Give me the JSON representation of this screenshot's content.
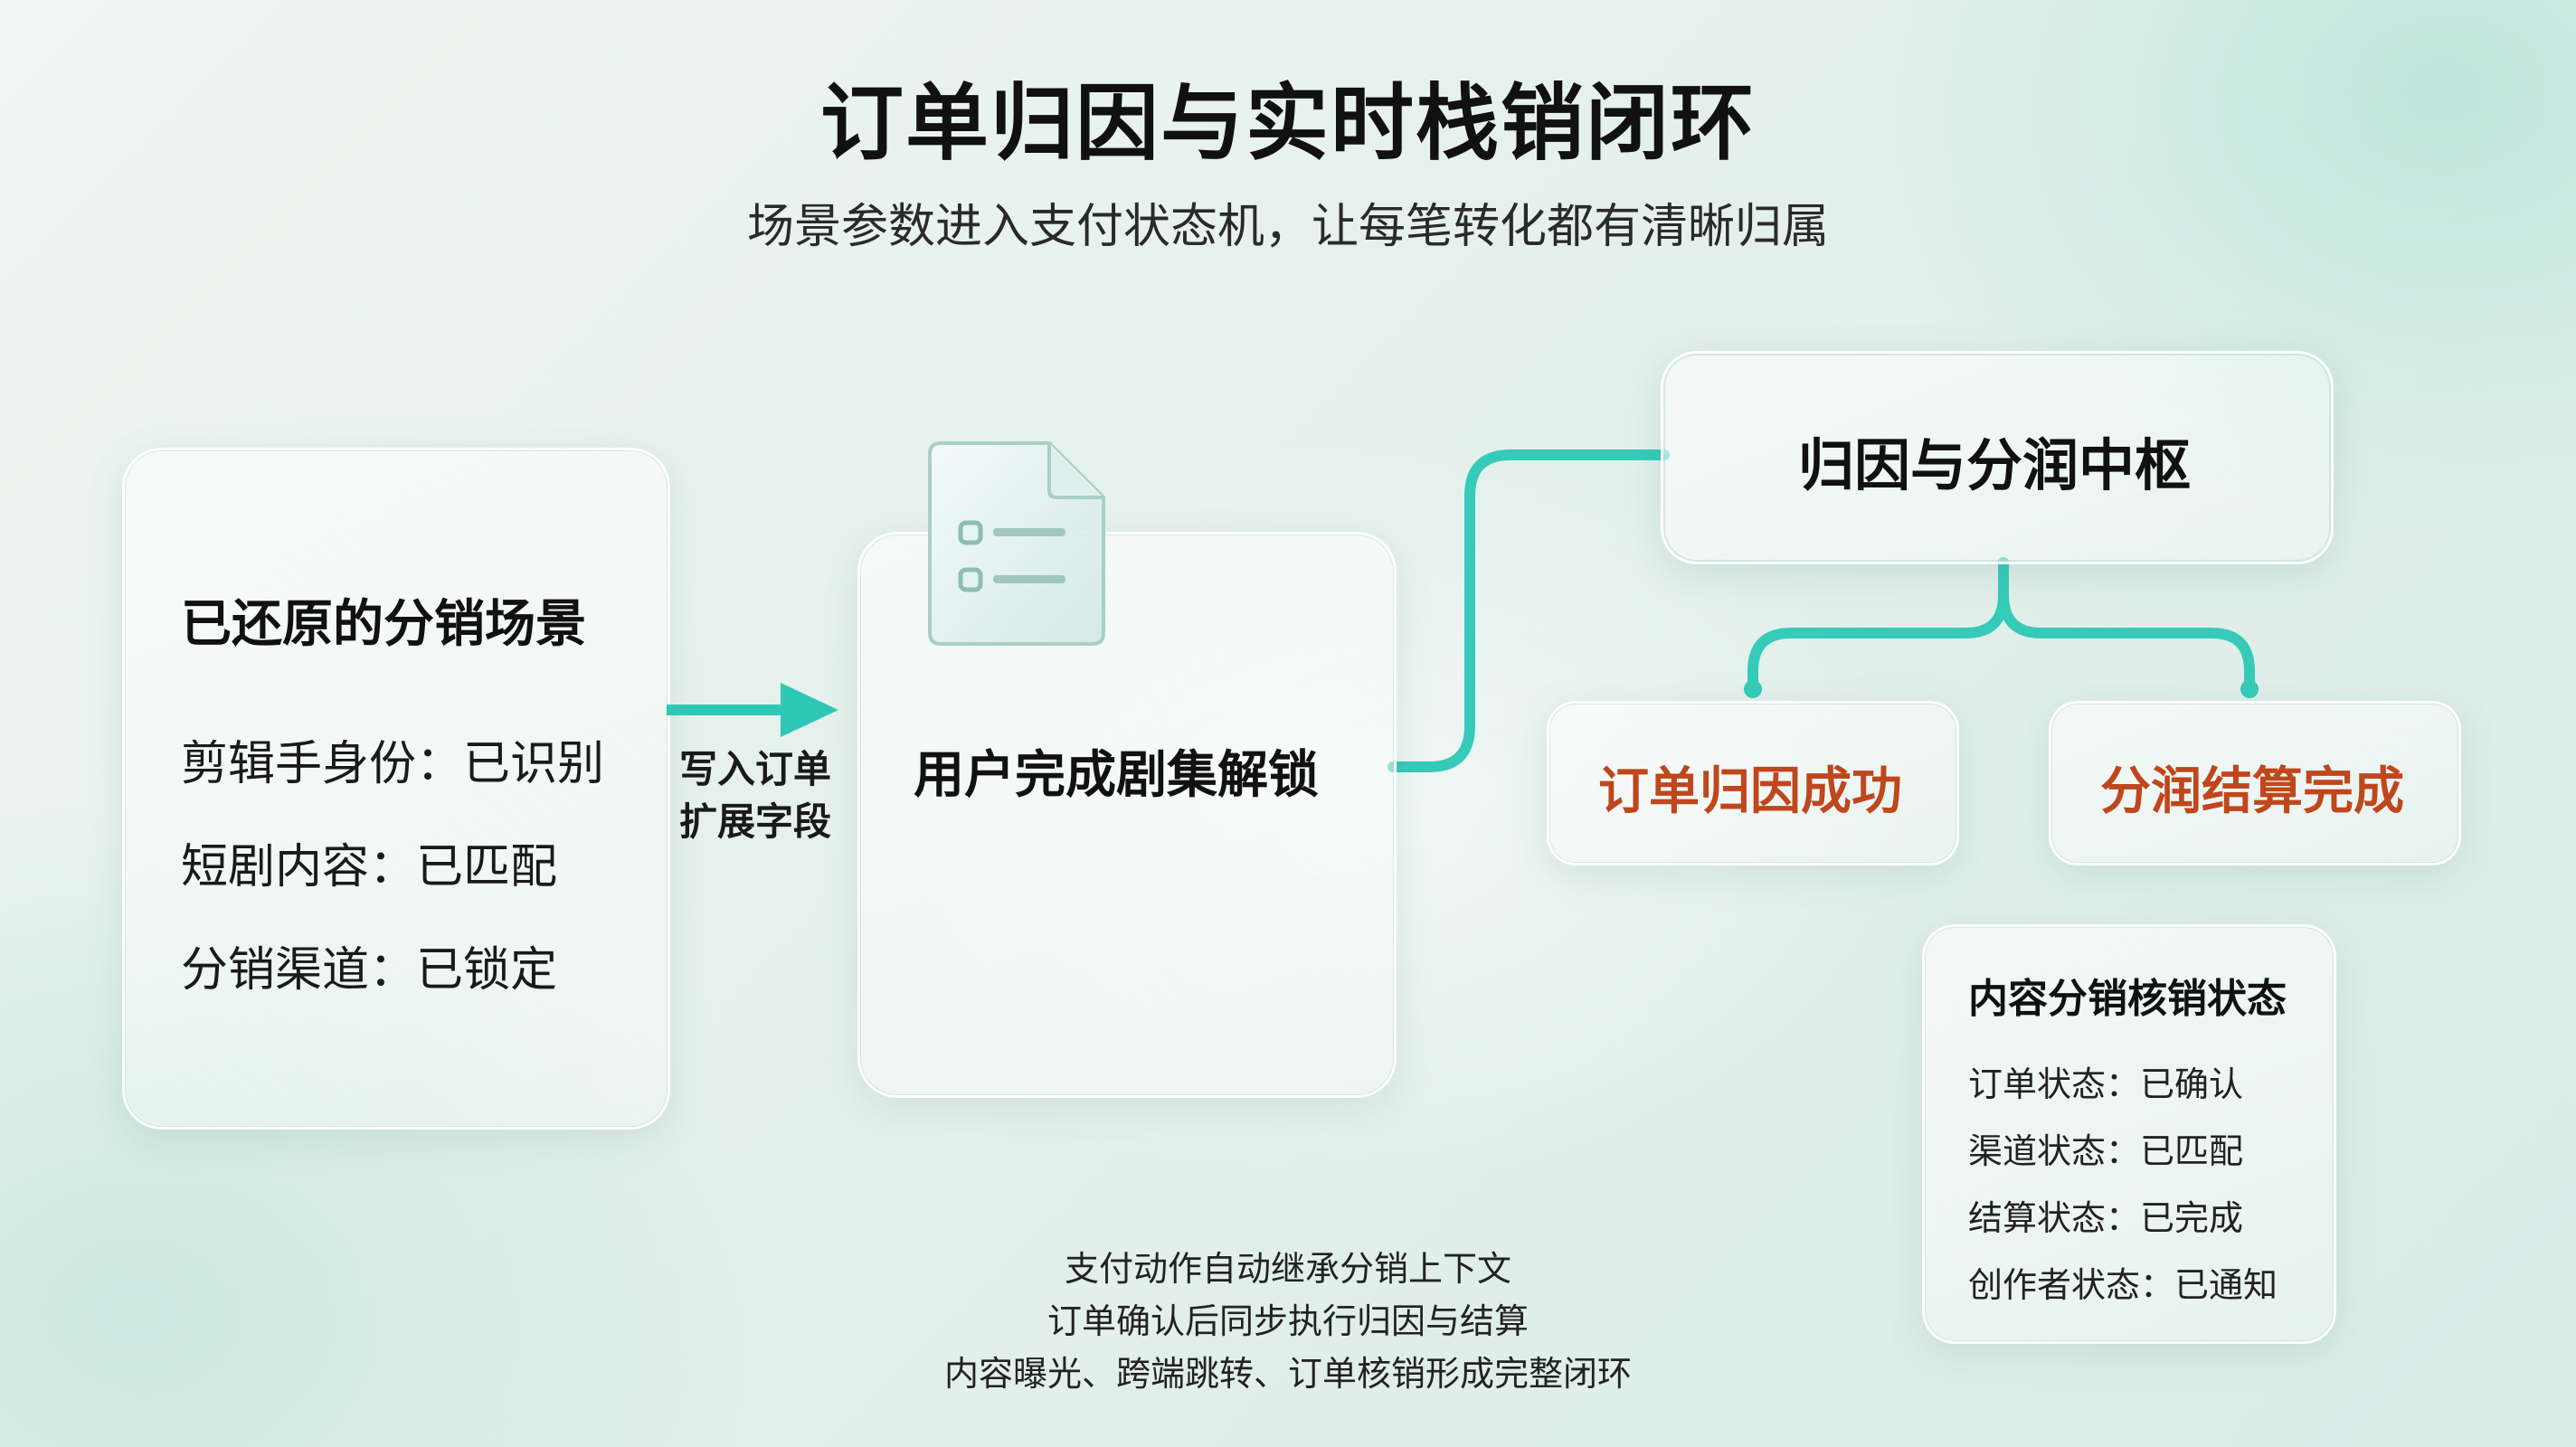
{
  "title": "订单归因与实时栈销闭环",
  "subtitle": "场景参数进入支付状态机，让每笔转化都有清晰归属",
  "scene": {
    "title": "已还原的分销场景",
    "lines": [
      "剪辑手身份：已识别",
      "短剧内容：已匹配",
      "分销渠道：已锁定"
    ]
  },
  "arrow_label": [
    "写入订单",
    "扩展字段"
  ],
  "unlock": {
    "label": "用户完成剧集解锁"
  },
  "hub": {
    "label": "归因与分润中枢"
  },
  "outcomes": [
    "订单归因成功",
    "分润结算完成"
  ],
  "status": {
    "title": "内容分销核销状态",
    "lines": [
      "订单状态：已确认",
      "渠道状态：已匹配",
      "结算状态：已完成",
      "创作者状态：已通知"
    ]
  },
  "notes": [
    "支付动作自动继承分销上下文",
    "订单确认后同步执行归因与结算",
    "内容曝光、跨端跳转、订单核销形成完整闭环"
  ],
  "colors": {
    "accent": "#2ec9b6",
    "outcome_text": "#c0461c",
    "title_text": "#111111"
  },
  "icons": [
    "document-icon",
    "arrow-right-icon"
  ]
}
